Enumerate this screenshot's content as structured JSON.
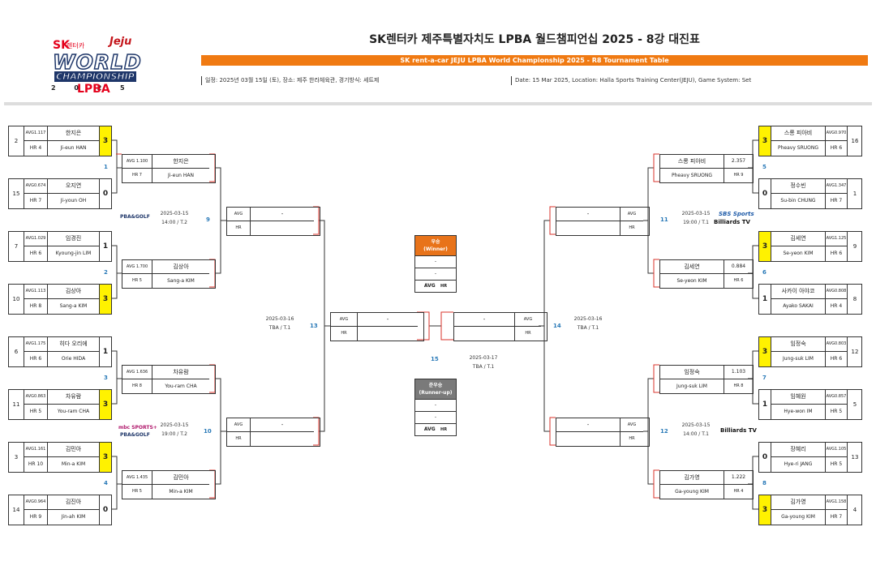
{
  "header": {
    "title": "SK렌터카 제주특별자치도 LPBA 월드챔피언십 2025 - 8강 대진표",
    "subtitle": "SK rent-a-car JEJU LPBA World Championship 2025 - R8 Tournament Table",
    "info_ko": "일정: 2025년 03월 15일 (토), 장소: 제주 한라체육관, 경기방식: 세트제",
    "info_en": "Date: 15 Mar 2025, Location: Halla Sports Training Center(JEJU), Game System: Set"
  },
  "logo": {
    "sk": "SK",
    "sk_sub": "렌터카",
    "jeju": "Jeju",
    "world": "WORLD",
    "champ": "CHAMPIONSHIP",
    "year": "2 0       2 5",
    "lpba": "LPBA"
  },
  "left_players": [
    {
      "seed": "2",
      "avg": "AVG1.117",
      "hr": "HR 4",
      "kn": "한지은",
      "en": "Ji-eun HAN",
      "score": "3",
      "win": true
    },
    {
      "seed": "15",
      "avg": "AVG0.674",
      "hr": "HR 7",
      "kn": "오지연",
      "en": "Ji-youn OH",
      "score": "0",
      "win": false
    },
    {
      "seed": "7",
      "avg": "AVG1.029",
      "hr": "HR 6",
      "kn": "임경진",
      "en": "Kyoung-jin LIM",
      "score": "1",
      "win": false
    },
    {
      "seed": "10",
      "avg": "AVG1.113",
      "hr": "HR 8",
      "kn": "김상아",
      "en": "Sang-a KIM",
      "score": "3",
      "win": true
    },
    {
      "seed": "6",
      "avg": "AVG1.175",
      "hr": "HR 6",
      "kn": "히다 오리에",
      "en": "Orie HIDA",
      "score": "1",
      "win": false
    },
    {
      "seed": "11",
      "avg": "AVG0.863",
      "hr": "HR 5",
      "kn": "차유람",
      "en": "You-ram CHA",
      "score": "3",
      "win": true
    },
    {
      "seed": "3",
      "avg": "AVG1.161",
      "hr": "HR 10",
      "kn": "김민아",
      "en": "Min-a KIM",
      "score": "3",
      "win": true
    },
    {
      "seed": "14",
      "avg": "AVG0.964",
      "hr": "HR 9",
      "kn": "김진아",
      "en": "Jin-ah KIM",
      "score": "0",
      "win": false
    }
  ],
  "right_players": [
    {
      "seed": "16",
      "avg": "AVG0.970",
      "hr": "HR 6",
      "kn": "스롱 피아비",
      "en": "Pheavy SRUONG",
      "score": "3",
      "win": true
    },
    {
      "seed": "1",
      "avg": "AVG1.347",
      "hr": "HR 7",
      "kn": "정수빈",
      "en": "Su-bin CHUNG",
      "score": "0",
      "win": false
    },
    {
      "seed": "9",
      "avg": "AVG1.125",
      "hr": "HR 6",
      "kn": "김세연",
      "en": "Se-yeon KIM",
      "score": "3",
      "win": true
    },
    {
      "seed": "8",
      "avg": "AVG0.808",
      "hr": "HR 4",
      "kn": "사카이 아야코",
      "en": "Ayako SAKAI",
      "score": "1",
      "win": false
    },
    {
      "seed": "12",
      "avg": "AVG0.803",
      "hr": "HR 6",
      "kn": "임정숙",
      "en": "Jung-suk LIM",
      "score": "3",
      "win": true
    },
    {
      "seed": "5",
      "avg": "AVG0.857",
      "hr": "HR 5",
      "kn": "임혜원",
      "en": "Hye-won IM",
      "score": "1",
      "win": false
    },
    {
      "seed": "13",
      "avg": "AVG1.105",
      "hr": "HR 5",
      "kn": "장혜리",
      "en": "Hye-ri JANG",
      "score": "0",
      "win": false
    },
    {
      "seed": "4",
      "avg": "AVG1.158",
      "hr": "HR 7",
      "kn": "김가영",
      "en": "Ga-young KIM",
      "score": "3",
      "win": true
    }
  ],
  "left_qf": [
    {
      "avg": "AVG 1.100",
      "hr": "HR 7",
      "kn": "한지은",
      "en": "Ji-eun HAN"
    },
    {
      "avg": "AVG 1.700",
      "hr": "HR 5",
      "kn": "김상아",
      "en": "Sang-a KIM"
    },
    {
      "avg": "AVG 1.636",
      "hr": "HR 8",
      "kn": "차유람",
      "en": "You-ram CHA"
    },
    {
      "avg": "AVG 1.435",
      "hr": "HR 5",
      "kn": "김민아",
      "en": "Min-a KIM"
    }
  ],
  "right_qf": [
    {
      "avg": "2.357",
      "hr": "HR 9",
      "kn": "스롱 피아비",
      "en": "Pheavy SRUONG"
    },
    {
      "avg": "0.884",
      "hr": "HR 6",
      "kn": "김세연",
      "en": "Se-yeon KIM"
    },
    {
      "avg": "1.103",
      "hr": "HR 8",
      "kn": "임정숙",
      "en": "Jung-suk LIM"
    },
    {
      "avg": "1.222",
      "hr": "HR 4",
      "kn": "김가영",
      "en": "Ga-young KIM"
    }
  ],
  "sf": {
    "avg": "AVG",
    "hr": "HR",
    "name": "-"
  },
  "match_numbers": {
    "m1": "1",
    "m2": "2",
    "m3": "3",
    "m4": "4",
    "m5": "5",
    "m6": "6",
    "m7": "7",
    "m8": "8",
    "m9": "9",
    "m10": "10",
    "m11": "11",
    "m12": "12",
    "m13": "13",
    "m14": "14",
    "m15": "15"
  },
  "schedule": {
    "qf_date": "2025-03-15",
    "m9_time": "14:00 / T.2",
    "m10_time": "19:00 / T.2",
    "m11_time": "19:00 / T.1",
    "m12_time": "14:00 / T.1",
    "sf_date": "2025-03-16",
    "sf_time": "TBA / T.1",
    "final_date": "2025-03-17",
    "final_time": "TBA / T.1"
  },
  "winner": {
    "label": "우승",
    "label_en": "(Winner)",
    "name1": "-",
    "name2": "-",
    "avg": "AVG",
    "hr": "HR",
    "color": "#e8731a"
  },
  "runnerup": {
    "label": "준우승",
    "label_en": "(Runner-up)",
    "name1": "-",
    "name2": "-",
    "avg": "AVG",
    "hr": "HR",
    "color": "#7a7a7a"
  },
  "broadcasters": {
    "pba_golf": "PBA&GOLF",
    "mbc_sports": "mbc SPORTS+",
    "sbs_sports": "SBS Sports",
    "billiards_tv": "Billiards TV"
  },
  "colors": {
    "accent": "#f07a12",
    "winner_highlight": "#fff200",
    "match_num": "#2a7ab8",
    "line_red": "#d9332b"
  }
}
